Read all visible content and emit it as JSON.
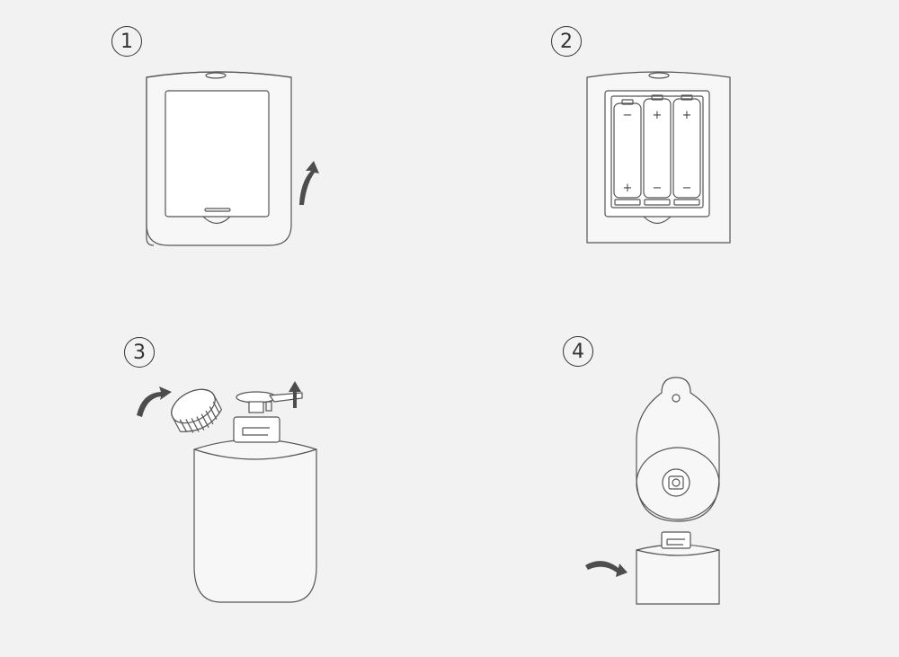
{
  "steps": [
    {
      "number": "1"
    },
    {
      "number": "2"
    },
    {
      "number": "3"
    },
    {
      "number": "4"
    }
  ],
  "battery_polarity": {
    "battery_1": {
      "top": "−",
      "bottom": "+"
    },
    "battery_2": {
      "top": "+",
      "bottom": "−"
    },
    "battery_3": {
      "top": "+",
      "bottom": "−"
    }
  },
  "colors": {
    "background": "#f2f2f3",
    "line": "#555555",
    "arrow": "#4d4d4d"
  }
}
